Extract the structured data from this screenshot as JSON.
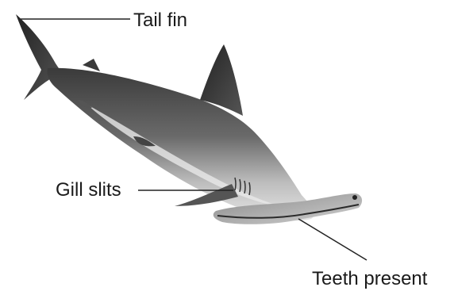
{
  "labels": {
    "tail_fin": "Tail fin",
    "gill_slits": "Gill slits",
    "teeth_present": "Teeth present"
  },
  "colors": {
    "background": "#ffffff",
    "text": "#1a1a1a",
    "leader_line": "#222222",
    "shark_dark": "#2e2e2e",
    "shark_mid": "#6f6f6f",
    "shark_light": "#d6d6d6"
  }
}
